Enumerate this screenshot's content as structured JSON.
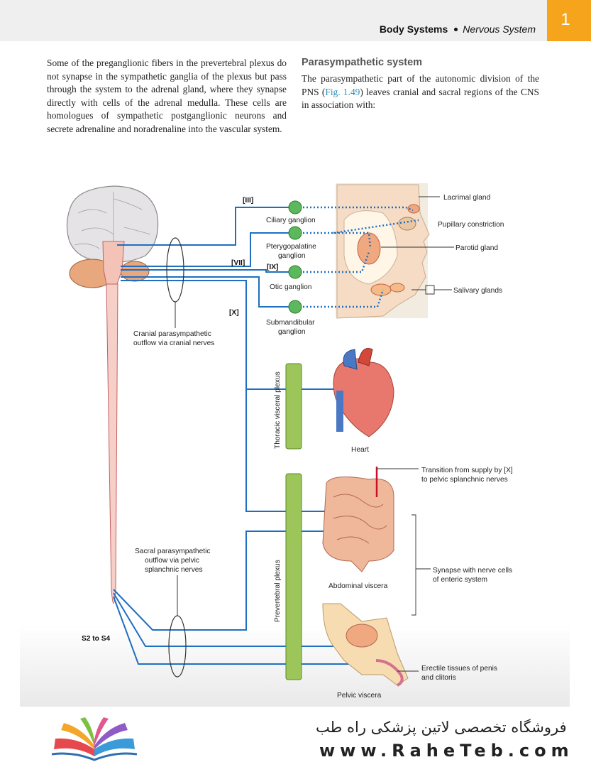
{
  "header": {
    "section": "Body Systems",
    "subsection": "Nervous System",
    "chapter": "1"
  },
  "body": {
    "left_paragraph": "Some of the preganglionic fibers in the prevertebral plexus do not synapse in the sympathetic ganglia of the plexus but pass through the system to the adrenal gland, where they synapse directly with cells of the adrenal medulla. These cells are homologues of sympathetic postganglionic neurons and secrete adrenaline and noradrenaline into the vascular system.",
    "right_heading": "Parasympathetic system",
    "right_text_before": "The parasympathetic part of the autonomic division of the PNS (",
    "right_ref": "Fig. 1.49",
    "right_text_after": ") leaves cranial and sacral regions of the CNS in association with:"
  },
  "figure": {
    "nerve_labels": {
      "iii": "[III]",
      "vii": "[VII]",
      "ix": "[IX]",
      "x": "[X]",
      "sacral": "S2 to S4"
    },
    "ganglia": {
      "ciliary": "Ciliary ganglion",
      "pterygopalatine_1": "Pterygopalatine",
      "pterygopalatine_2": "ganglion",
      "otic": "Otic ganglion",
      "submandibular_1": "Submandibular",
      "submandibular_2": "ganglion"
    },
    "head_labels": {
      "lacrimal": "Lacrimal gland",
      "pupillary": "Pupillary constriction",
      "parotid": "Parotid gland",
      "salivary": "Salivary glands"
    },
    "cranial_outflow": [
      "Cranial parasympathetic",
      "outflow via cranial nerves"
    ],
    "sacral_outflow": [
      "Sacral parasympathetic",
      "outflow via pelvic",
      "splanchnic nerves"
    ],
    "plexus": {
      "thoracic": "Thoracic visceral plexus",
      "prevertebral": "Prevertebral plexus"
    },
    "organs": {
      "heart": "Heart",
      "abdominal": "Abdominal viscera",
      "pelvic": "Pelvic viscera"
    },
    "transition": [
      "Transition from supply by [X]",
      "to pelvic splanchnic nerves"
    ],
    "synapse": [
      "Synapse with nerve cells",
      "of enteric system"
    ],
    "erectile": [
      "Erectile tissues of penis",
      "and clitoris"
    ]
  },
  "footer": {
    "store_name": "فروشگاه تخصصی لاتین پزشکی  راه طب",
    "url": "www.RaheTeb.com"
  },
  "colors": {
    "tab": "#f5a41c",
    "nerve": "#1e6fc0",
    "plexus": "#9cc65a",
    "ganglion": "#5cb85c"
  }
}
